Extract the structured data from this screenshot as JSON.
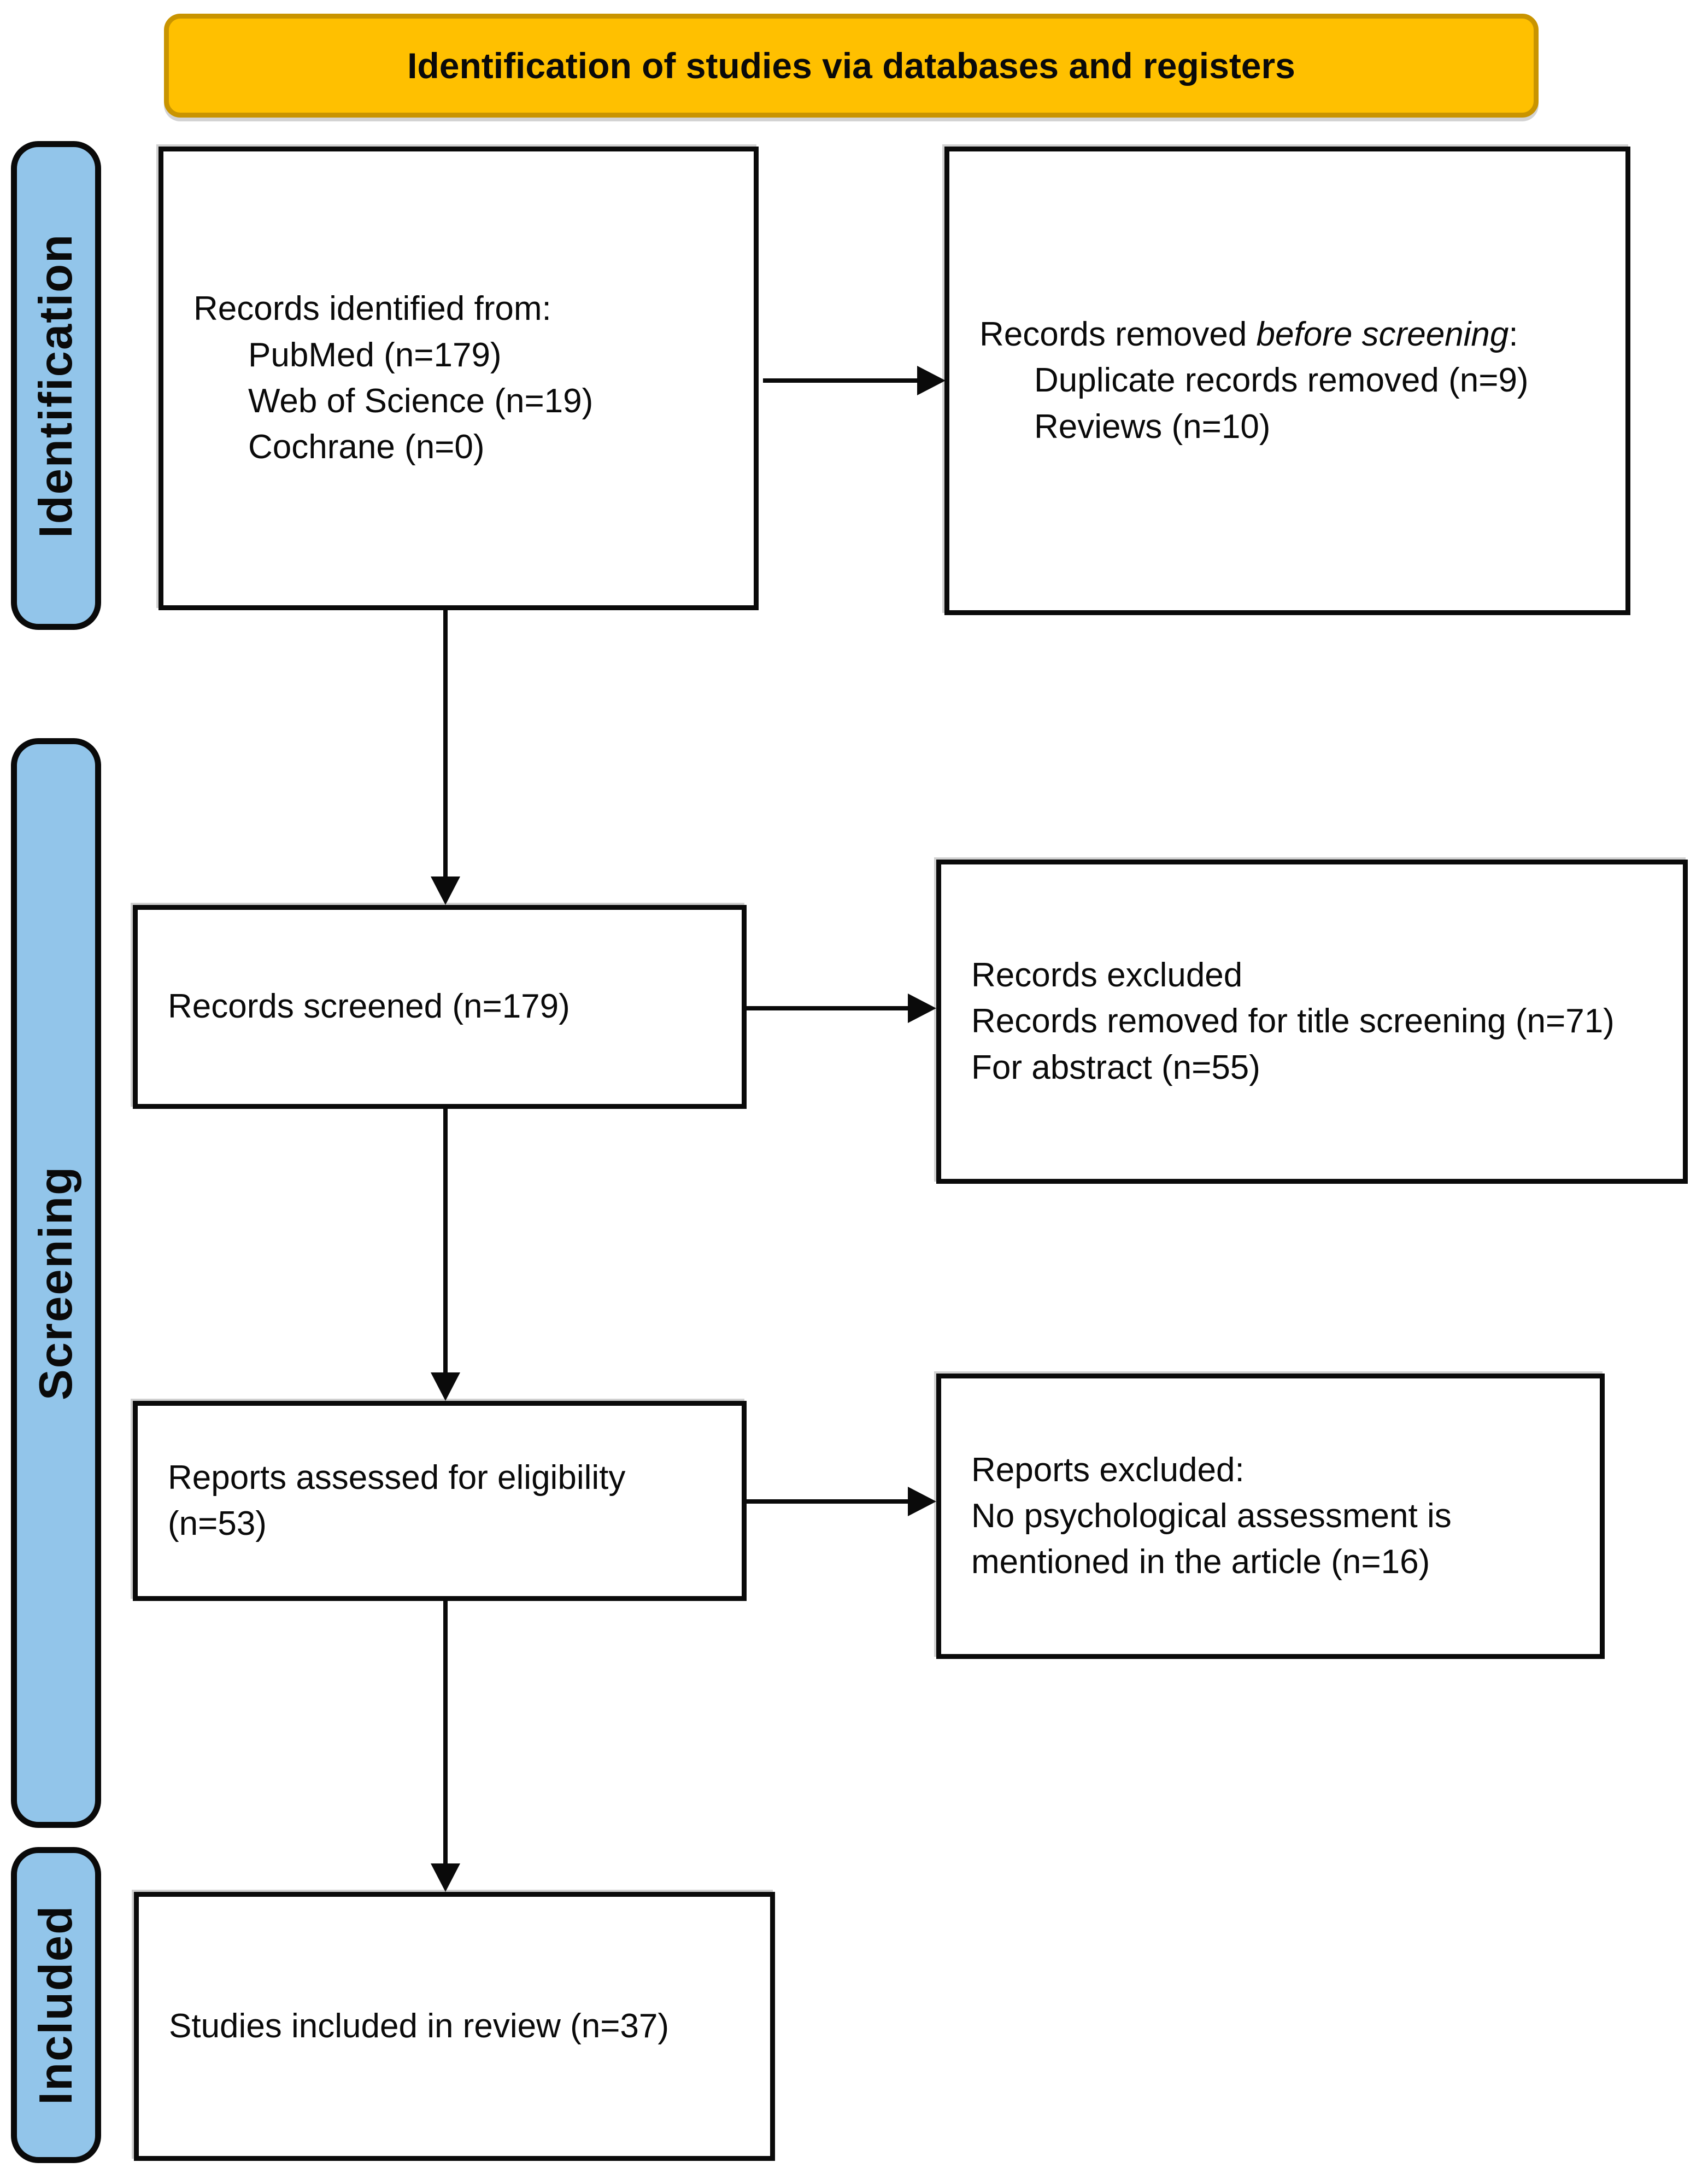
{
  "colors": {
    "header_fill": "#FFC000",
    "header_border": "#C99400",
    "stage_fill": "#92C5EA",
    "box_border": "#0A0A0A",
    "box_fill": "#FFFFFF",
    "arrow": "#0A0A0A"
  },
  "header": {
    "title": "Identification of studies via databases and registers"
  },
  "sidebar": {
    "stages": [
      {
        "label": "Identification"
      },
      {
        "label": "Screening"
      },
      {
        "label": "Included"
      }
    ]
  },
  "boxes": [
    {
      "id": "records-identified",
      "lines": [
        {
          "segments": [
            {
              "text": "Records identified from:"
            }
          ]
        },
        {
          "indent": true,
          "segments": [
            {
              "text": "PubMed (n=179)"
            }
          ]
        },
        {
          "indent": true,
          "segments": [
            {
              "text": "Web of Science (n=19)"
            }
          ]
        },
        {
          "indent": true,
          "segments": [
            {
              "text": "Cochrane (n=0)"
            }
          ]
        }
      ]
    },
    {
      "id": "records-removed",
      "lines": [
        {
          "segments": [
            {
              "text": "Records removed "
            },
            {
              "text": "before screening",
              "italic": true
            },
            {
              "text": ":"
            }
          ]
        },
        {
          "indent": true,
          "segments": [
            {
              "text": "Duplicate records removed (n=9)"
            }
          ]
        },
        {
          "indent": true,
          "segments": [
            {
              "text": "Reviews (n=10)"
            }
          ]
        }
      ]
    },
    {
      "id": "records-screened",
      "lines": [
        {
          "segments": [
            {
              "text": "Records screened (n=179)"
            }
          ]
        }
      ]
    },
    {
      "id": "records-excluded",
      "lines": [
        {
          "segments": [
            {
              "text": "Records excluded"
            }
          ]
        },
        {
          "segments": [
            {
              "text": "Records removed for title screening (n=71)"
            }
          ]
        },
        {
          "segments": [
            {
              "text": "For abstract (n=55)"
            }
          ]
        }
      ]
    },
    {
      "id": "reports-assessed",
      "lines": [
        {
          "segments": [
            {
              "text": "Reports assessed for eligibility (n=53)"
            }
          ]
        }
      ]
    },
    {
      "id": "reports-excluded",
      "lines": [
        {
          "segments": [
            {
              "text": "Reports excluded:"
            }
          ]
        },
        {
          "segments": [
            {
              "text": "No psychological assessment is mentioned in the article (n=16)"
            }
          ]
        }
      ]
    },
    {
      "id": "studies-included",
      "lines": [
        {
          "segments": [
            {
              "text": "Studies included in review (n=37)"
            }
          ]
        }
      ]
    }
  ]
}
